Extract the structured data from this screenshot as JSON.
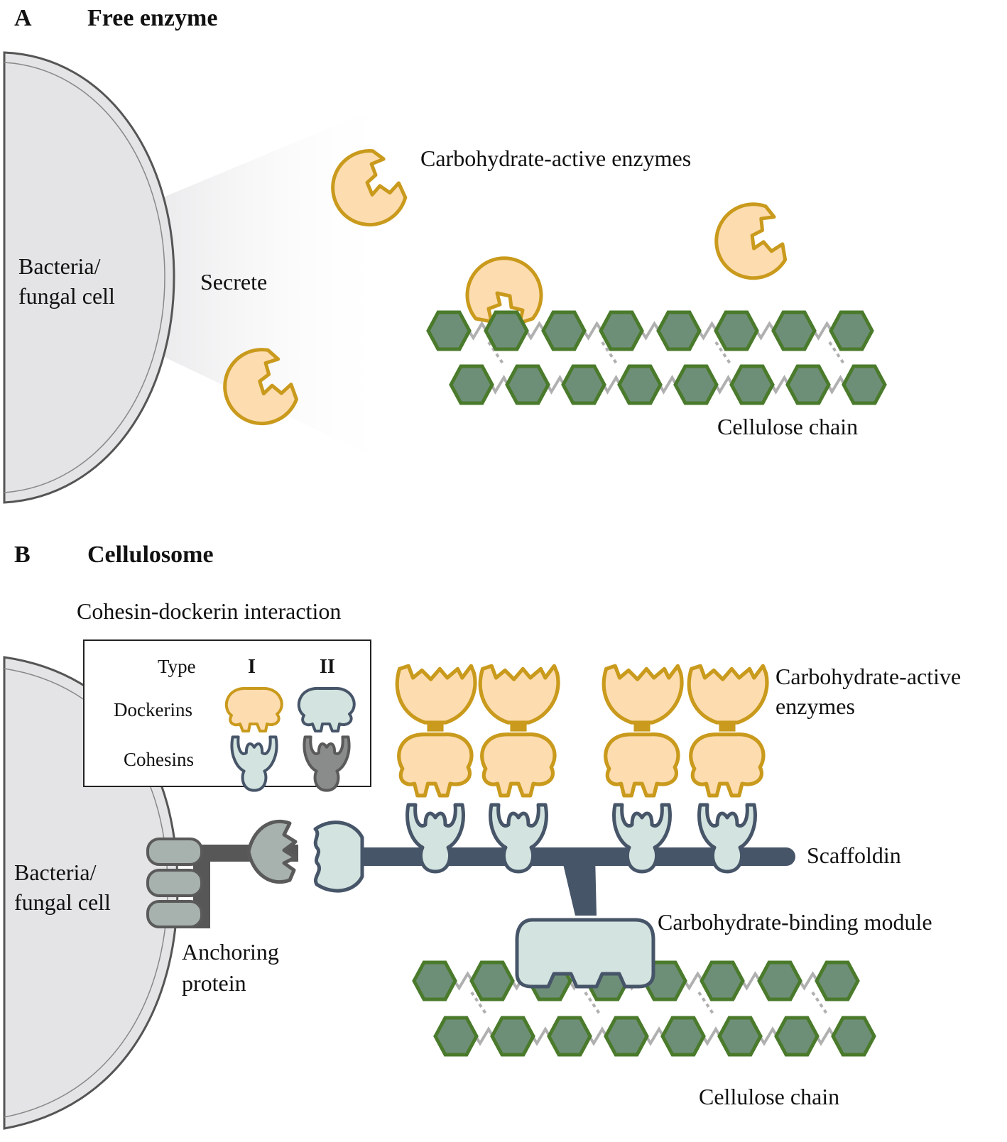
{
  "colors": {
    "cell_fill": "#e4e3e5",
    "cell_stroke": "#555555",
    "enzyme_fill": "#fddcb0",
    "enzyme_stroke": "#c99a1c",
    "glucose_fill": "#6e8f77",
    "glucose_stroke": "#4a7a2b",
    "linker": "#b0b0b0",
    "scaffold": "#475569",
    "cohesin1_fill": "#d3e3df",
    "cohesin1_stroke": "#475569",
    "cohesin2_fill": "#8a8c8c",
    "cohesin2_stroke": "#5a5a5a",
    "anchor_dark": "#575757",
    "anchor_light": "#a7b1ad"
  },
  "panel_a": {
    "letter": "A",
    "title": "Free enzyme",
    "cell_label_line1": "Bacteria/",
    "cell_label_line2": "fungal cell",
    "secrete_label": "Secrete",
    "enzymes_label": "Carbohydrate-active enzymes",
    "chain_label": "Cellulose chain"
  },
  "panel_b": {
    "letter": "B",
    "title": "Cellulosome",
    "cell_label_line1": "Bacteria/",
    "cell_label_line2": "fungal cell",
    "anchor_label_line1": "Anchoring",
    "anchor_label_line2": "protein",
    "enzymes_label_line1": "Carbohydrate-active",
    "enzymes_label_line2": "enzymes",
    "scaffoldin_label": "Scaffoldin",
    "cbm_label": "Carbohydrate-binding module",
    "chain_label": "Cellulose chain",
    "legend": {
      "title": "Cohesin-dockerin interaction",
      "type_label": "Type",
      "type_1": "I",
      "type_2": "II",
      "dockerins_label": "Dockerins",
      "cohesins_label": "Cohesins"
    }
  }
}
